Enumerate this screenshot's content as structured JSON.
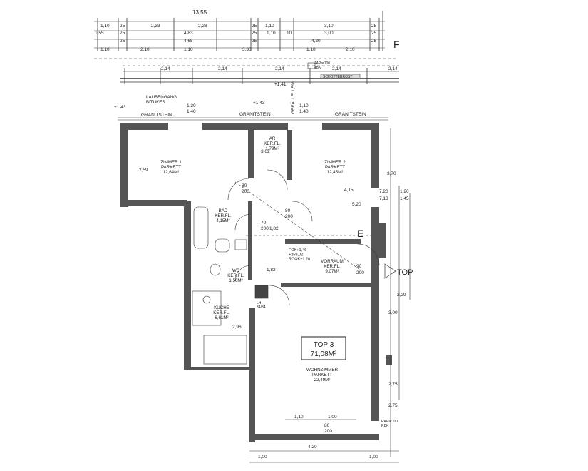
{
  "dimensions": {
    "total_width": "13,55",
    "row1": [
      "1,10",
      "25",
      "2,33",
      "2,28",
      "25",
      "1,10",
      "3,10",
      "25"
    ],
    "row2": [
      "1,55",
      "25",
      "4,83",
      "25",
      "1,10",
      "10",
      "3,00",
      "25"
    ],
    "row3": [
      "25",
      "4,65",
      "25",
      "4,20",
      "25"
    ],
    "row4": [
      "1,10",
      "2,10",
      "1,10",
      "3,30",
      "1,10",
      "2,10"
    ],
    "row5": [
      "2,14",
      "2,14",
      "2,14",
      "2,14",
      "2,14"
    ],
    "bottom": [
      "1,00",
      "4,20",
      "1,00"
    ],
    "right": [
      "3,70",
      "1,20",
      "1,45",
      "3,00",
      "2,29",
      "2,75"
    ],
    "side_offsets": [
      "7,20",
      "7,18"
    ],
    "window_widths": [
      "1,10",
      "1,00"
    ],
    "door_marks": [
      "80",
      "200",
      "70",
      "200",
      "80",
      "200",
      "90",
      "200",
      "80",
      "200"
    ],
    "height_marks": [
      "1,82",
      "1,82",
      "1,30",
      "1,40",
      "1,10",
      "1,40",
      "2,75",
      "2,59",
      "2,96",
      "3,62",
      "4,15",
      "5,20"
    ]
  },
  "labels": {
    "floor_marker_top": "F",
    "entry_marker": "E",
    "raparapet_top": "RAPar100\nRBK",
    "schotter": "SCHOTTERROST",
    "laubengang": "LAUBENGANG\nBITUKES",
    "level_laubengang": "+1,41",
    "level_left": "+1,43",
    "level_mid": "+1,43",
    "gefaelle": "GEFÄLLE 1,5%",
    "granitstein_1": "GRANITSTEIN",
    "granitstein_2": "GRANITSTEIN",
    "granitstein_3": "GRANITSTEIN",
    "fok": "FOK+1,46\n+259,02\nROOK+1,20",
    "top_right_marker": "TOP",
    "raparapet_bottom": "RAPar100\nRBK",
    "lufts": "LH\n34/34"
  },
  "rooms": [
    {
      "name": "ZIMMER 1",
      "floor": "PARKETT",
      "area": "12,64M²"
    },
    {
      "name": "AR",
      "floor": "KER.FL.",
      "area": "1,79M²"
    },
    {
      "name": "ZIMMER 2",
      "floor": "PARKETT",
      "area": "12,45M²"
    },
    {
      "name": "BAD",
      "floor": "KER.FL.",
      "area": "4,15M²"
    },
    {
      "name": "VORRAUM",
      "floor": "KER.FL.",
      "area": "9,07M²"
    },
    {
      "name": "WC",
      "floor": "KER.FL.",
      "area": "1,56M²"
    },
    {
      "name": "KÜCHE",
      "floor": "KER.FL.",
      "area": "6,61M²"
    },
    {
      "name": "WOHNZIMMER",
      "floor": "PARKETT",
      "area": "22,49M²"
    }
  ],
  "unit_badge": {
    "title": "TOP 3",
    "area": "71,08M²"
  }
}
